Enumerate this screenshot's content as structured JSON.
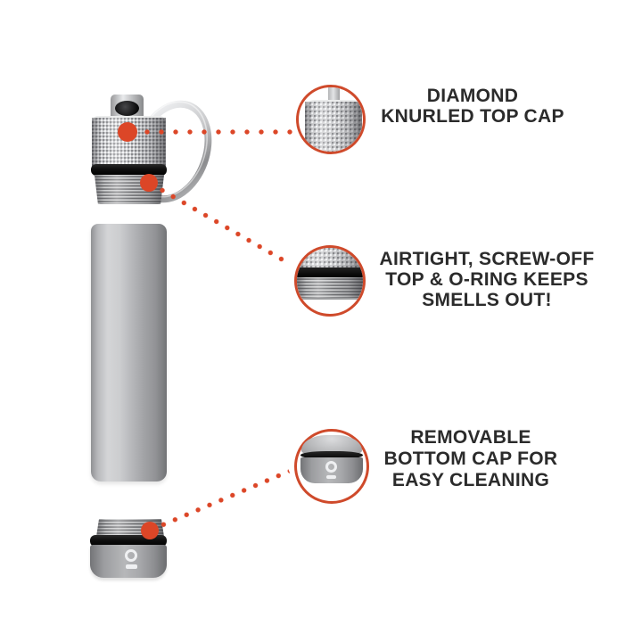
{
  "colors": {
    "accent": "#dc4627",
    "ring": "#cf4a2b",
    "ink": "#2b2b2b"
  },
  "callouts": [
    {
      "id": "top-cap",
      "detail": "knurled-texture-closeup",
      "lines": [
        "DIAMOND",
        "KNURLED TOP CAP"
      ]
    },
    {
      "id": "seal",
      "detail": "oring-thread-closeup",
      "lines": [
        "AIRTIGHT, SCREW-OFF",
        "TOP & O-RING KEEPS",
        "SMELLS OUT!"
      ]
    },
    {
      "id": "bottom-cap",
      "detail": "bottom-cap-closeup",
      "lines": [
        "REMOVABLE",
        "BOTTOM CAP FOR",
        "EASY CLEANING"
      ]
    }
  ]
}
